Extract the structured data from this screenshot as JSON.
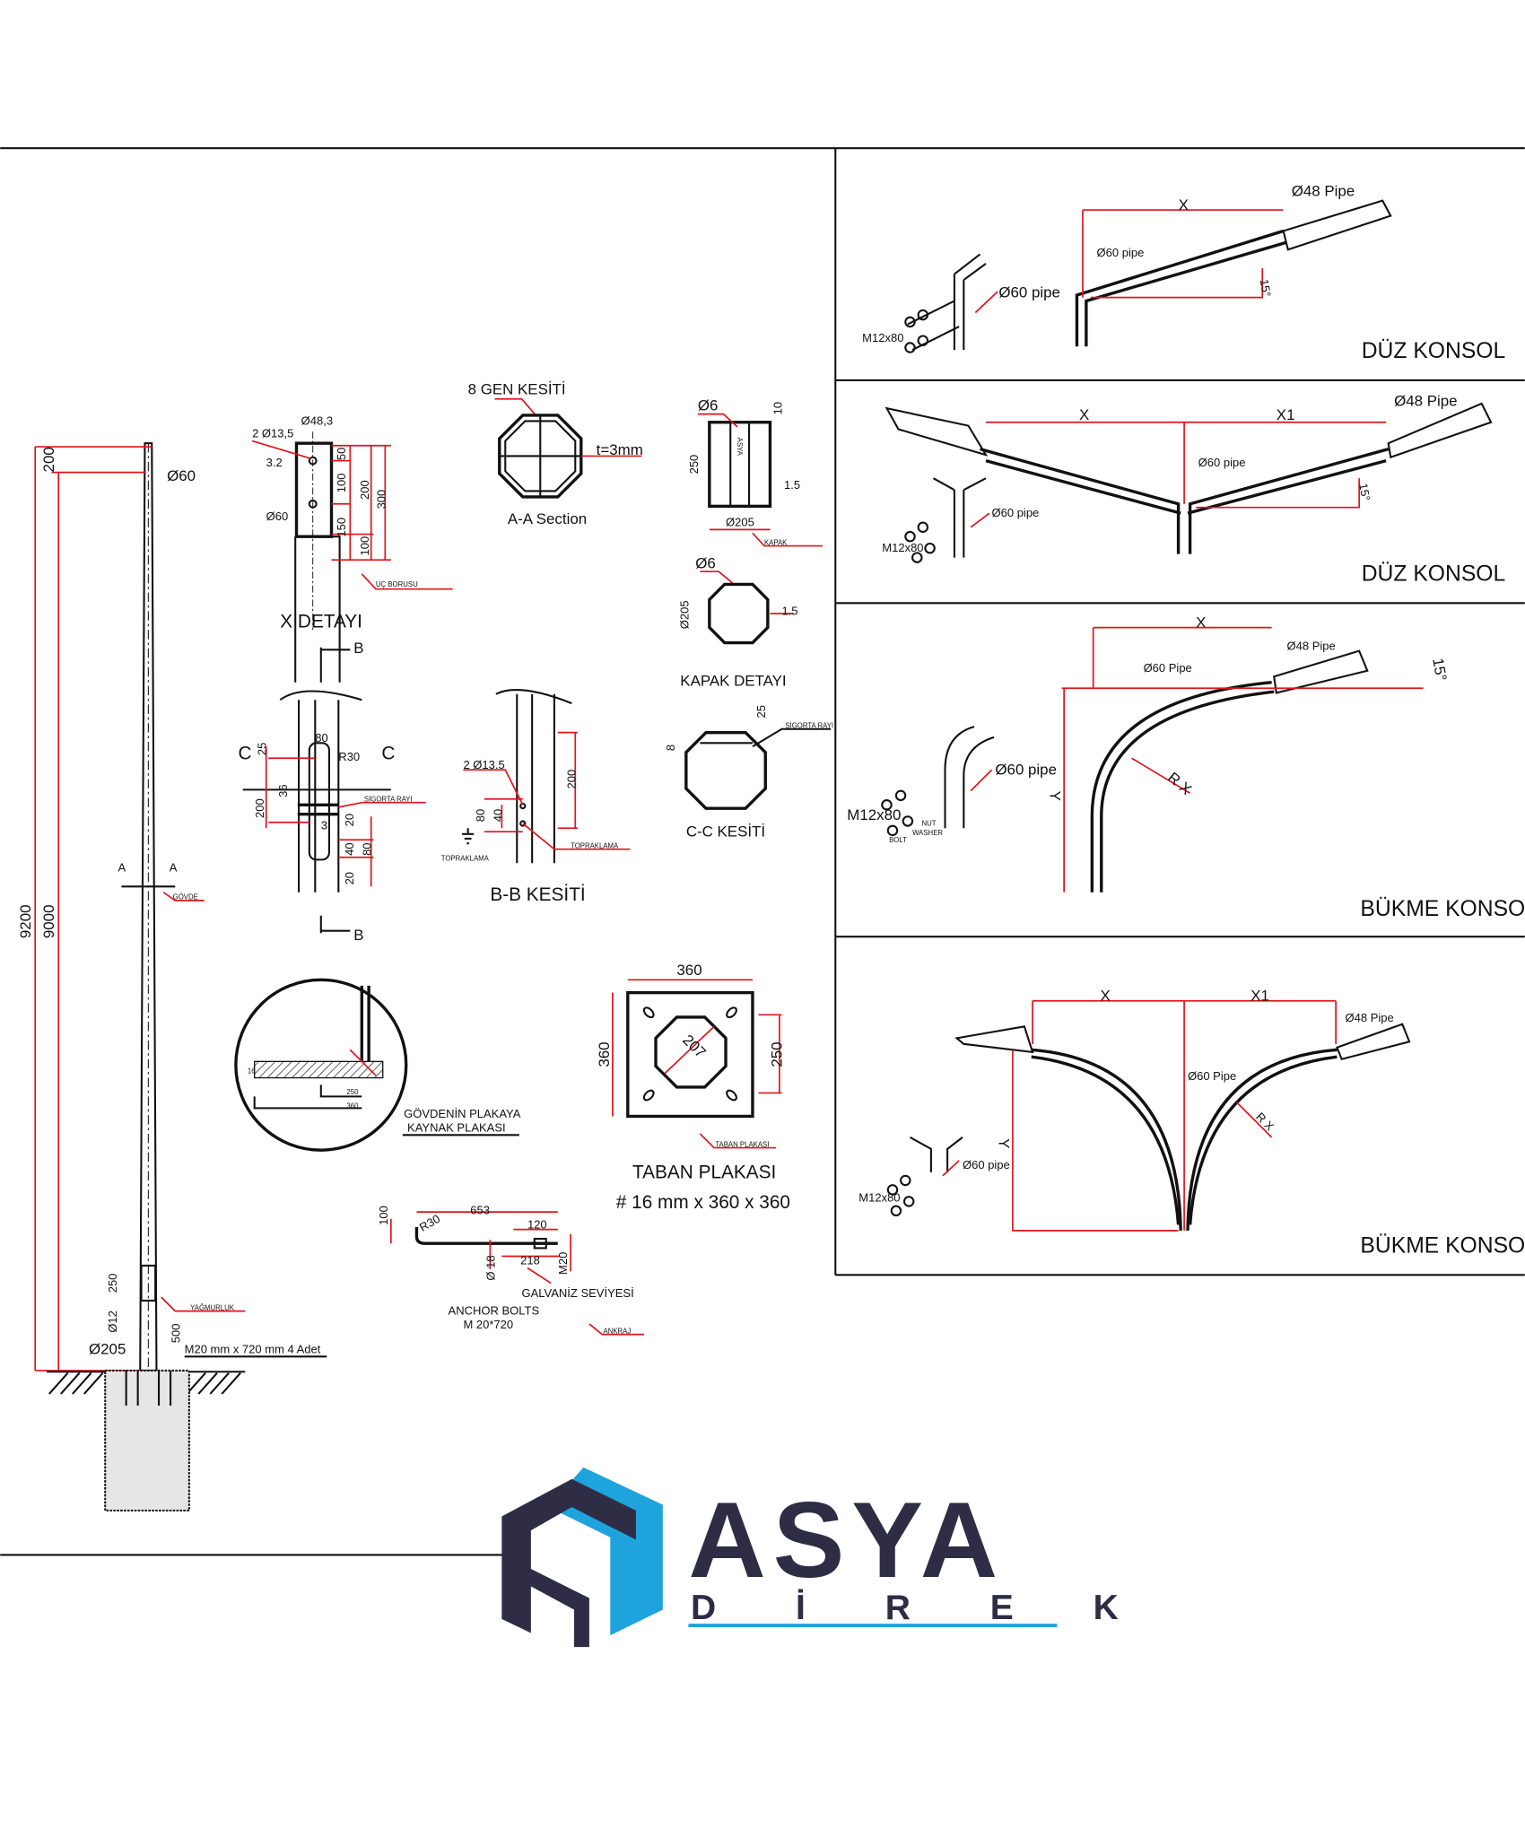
{
  "pole": {
    "h9200": "9200",
    "h9000": "9000",
    "h200": "200",
    "top_dia": "Ø60",
    "section_a1": "A",
    "section_a2": "A",
    "govde": "GÖVDE",
    "d250": "250",
    "d12": "Ø12",
    "d205": "Ø205",
    "d500": "500",
    "yagmurluk": "YAĞMURLUK",
    "bolts": "M20 mm x 720 mm 4 Adet"
  },
  "x_detail": {
    "title": "X DETAYI",
    "d48": "Ø48,3",
    "holes": "2 Ø13,5",
    "d32": "3.2",
    "d60": "Ø60",
    "d50": "50",
    "d100": "100",
    "d150": "150",
    "d100b": "100",
    "d200": "200",
    "d300": "300",
    "uc_borusu": "UÇ BORUSU"
  },
  "octagon_section": {
    "title": "8 GEN KESİTİ",
    "thickness": "t=3mm",
    "caption": "A-A Section"
  },
  "kapak": {
    "d6": "Ø6",
    "d10": "10",
    "d250": "250",
    "d15": "1.5",
    "d205": "Ø205",
    "label": "KAPAK",
    "brand_vertical": "ASYA"
  },
  "kapak_detail": {
    "d6": "Ø6",
    "d205": "Ø205",
    "d15": "1.5",
    "title": "KAPAK DETAYI"
  },
  "cc_section": {
    "d25": "25",
    "d8": "8",
    "sigorta": "SİGORTA RAYI",
    "title": "C-C KESİTİ"
  },
  "door_view": {
    "b_top": "B",
    "b_bottom": "B",
    "c_left": "C",
    "c_right": "C",
    "d80": "80",
    "r30": "R30",
    "d25": "25",
    "d36": "36",
    "d200": "200",
    "sigorta": "SİGORTA RAYI",
    "d20a": "20",
    "d3": "3",
    "d40": "40",
    "d80b": "80",
    "d20b": "20"
  },
  "bb_section": {
    "holes": "2 Ø13.5",
    "d200": "200",
    "d80": "80",
    "d40": "40",
    "topraklama1": "TOPRAKLAMA",
    "topraklama2": "TOPRAKLAMA",
    "title": "B-B KESİTİ"
  },
  "weld_detail": {
    "d250": "250",
    "d360": "360",
    "d16": "16",
    "caption1": "GÖVDENİN PLAKAYA",
    "caption2": "KAYNAK PLAKASI"
  },
  "base_plate": {
    "w360": "360",
    "h360": "360",
    "d250": "250",
    "d207": "207",
    "label": "TABAN PLAKASI",
    "title": "TABAN PLAKASI",
    "spec": "# 16 mm x 360 x 360"
  },
  "anchor": {
    "d100": "100",
    "r30": "R30",
    "d653": "653",
    "d120": "120",
    "d18": "Ø 18",
    "d218": "218",
    "m20": "M20",
    "galvaniz": "GALVANİZ SEVİYESİ",
    "title1": "ANCHOR BOLTS",
    "title2": "M 20*720",
    "ankraj": "ANKRAJ"
  },
  "consoles": [
    {
      "title": "DÜZ KONSOL",
      "x": "X",
      "pipe48": "Ø48 Pipe",
      "pipe60": "Ø60 pipe",
      "angle": "15°",
      "bolt_pipe": "Ø60 pipe",
      "bolt": "M12x80"
    },
    {
      "title": "DÜZ KONSOL",
      "x": "X",
      "x1": "X1",
      "pipe48": "Ø48 Pipe",
      "pipe60": "Ø60 pipe",
      "angle": "15°",
      "bolt_pipe": "Ø60 pipe",
      "bolt": "M12x80"
    },
    {
      "title": "BÜKME KONSOL",
      "x": "X",
      "y": "Y",
      "rx": "R X",
      "pipe48": "Ø48 Pipe",
      "pipe60": "Ø60 Pipe",
      "angle": "15°",
      "bolt_pipe": "Ø60 pipe",
      "bolt": "M12x80",
      "bolt_l": "BOLT",
      "washer": "WASHER",
      "nut": "NUT"
    },
    {
      "title": "BÜKME KONSOL",
      "x": "X",
      "x1": "X1",
      "y": "Y",
      "rx": "R X",
      "pipe48": "Ø48 Pipe",
      "pipe60": "Ø60 Pipe",
      "bolt_pipe": "Ø60 pipe",
      "bolt": "M12x80"
    }
  ],
  "logo": {
    "name": "ASYA",
    "sub": "D İ R E K",
    "colors": {
      "dark": "#2f2d45",
      "blue": "#1fa3dc"
    }
  }
}
